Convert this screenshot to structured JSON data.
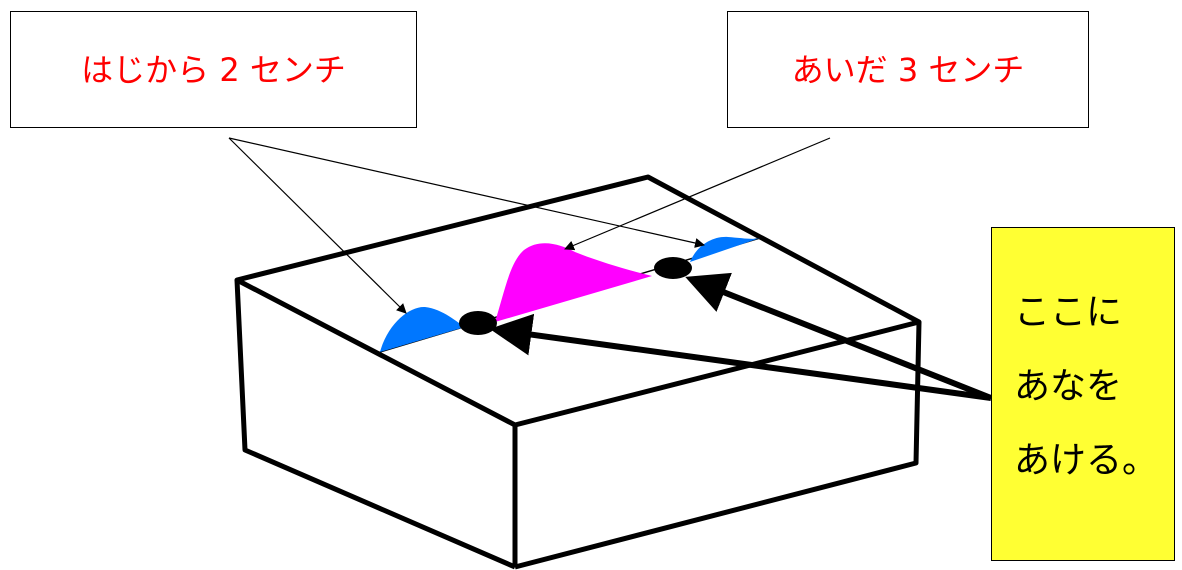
{
  "labels": {
    "edge_distance": "はじから 2 センチ",
    "hole_spacing": "あいだ 3 センチ"
  },
  "instruction": {
    "lines": [
      "ここに",
      "あなを",
      "あける。"
    ]
  },
  "colors": {
    "label_text": "#ff0000",
    "note_background": "#ffff33",
    "end_mark": "#0077ff",
    "gap_mark": "#ff00ff",
    "hole": "#000000"
  }
}
